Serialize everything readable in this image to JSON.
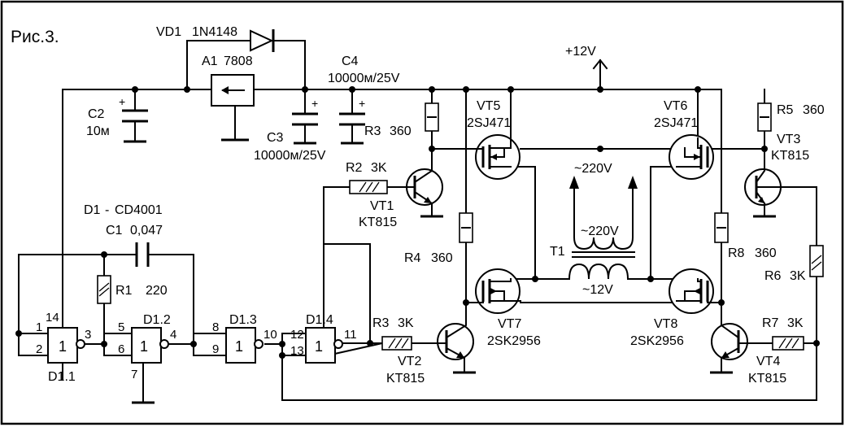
{
  "figure": {
    "title": "Рис.3.",
    "supply_label": "+12V",
    "primary_winding_label": "~220V",
    "secondary_winding_label": "~12V",
    "output_voltage_label": "~220V"
  },
  "components": {
    "vd1": {
      "name": "VD1",
      "value": "1N4148"
    },
    "a1": {
      "name": "A1",
      "value": "7808"
    },
    "c1": {
      "name": "C1",
      "value": "0,047"
    },
    "c2": {
      "name": "C2",
      "value": "10м"
    },
    "c3": {
      "name": "C3",
      "value": "10000м/25V"
    },
    "c4": {
      "name": "C4",
      "value": "10000м/25V"
    },
    "d1": {
      "name": "D1",
      "value": "CD4001"
    },
    "r1": {
      "name": "R1",
      "value": "220"
    },
    "r2": {
      "name": "R2",
      "value": "3K"
    },
    "r3_top": {
      "name": "R3",
      "value": "360"
    },
    "r3_bottom": {
      "name": "R3",
      "value": "3K"
    },
    "r4": {
      "name": "R4",
      "value": "360"
    },
    "r5": {
      "name": "R5",
      "value": "360"
    },
    "r6": {
      "name": "R6",
      "value": "3K"
    },
    "r7": {
      "name": "R7",
      "value": "3K"
    },
    "r8": {
      "name": "R8",
      "value": "360"
    },
    "vt1": {
      "name": "VT1",
      "value": "KT815"
    },
    "vt2": {
      "name": "VT2",
      "value": "KT815"
    },
    "vt3": {
      "name": "VT3",
      "value": "KT815"
    },
    "vt4": {
      "name": "VT4",
      "value": "KT815"
    },
    "vt5": {
      "name": "VT5",
      "value": "2SJ471"
    },
    "vt6": {
      "name": "VT6",
      "value": "2SJ471"
    },
    "vt7": {
      "name": "VT7",
      "value": "2SK2956"
    },
    "vt8": {
      "name": "VT8",
      "value": "2SK2956"
    },
    "t1": {
      "name": "T1"
    }
  },
  "gates": [
    {
      "name": "D1.1",
      "symbol": "1",
      "pins": [
        "1",
        "2",
        "3"
      ],
      "supply_pin": "14",
      "ground_pin": ""
    },
    {
      "name": "D1.2",
      "symbol": "1",
      "pins": [
        "5",
        "6",
        "4"
      ],
      "supply_pin": "",
      "ground_pin": "7"
    },
    {
      "name": "D1.3",
      "symbol": "1",
      "pins": [
        "8",
        "9",
        "10"
      ],
      "supply_pin": "",
      "ground_pin": ""
    },
    {
      "name": "D1.4",
      "symbol": "1",
      "pins": [
        "12",
        "13",
        "11"
      ],
      "supply_pin": "",
      "ground_pin": ""
    }
  ],
  "separators": {
    "d1_family": "-"
  }
}
